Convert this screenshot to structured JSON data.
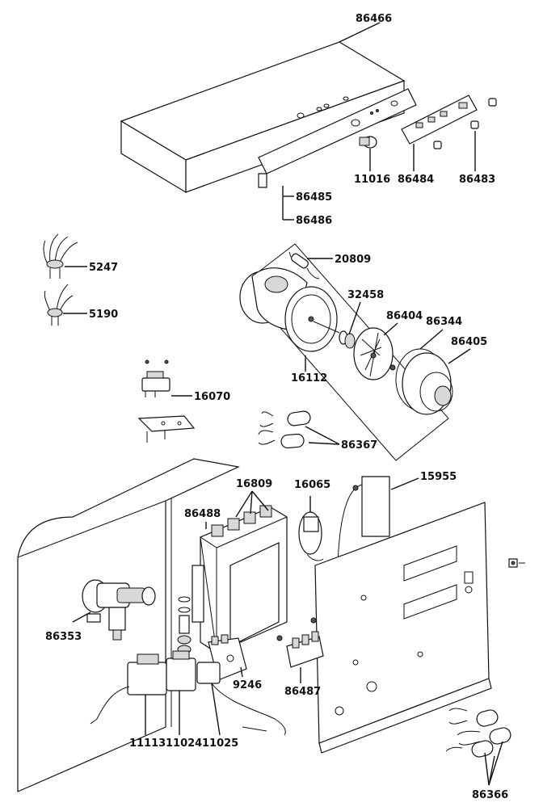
{
  "part_labels": {
    "p86466": "86466",
    "p11016": "11016",
    "p86484": "86484",
    "p86483": "86483",
    "p86485": "86485",
    "p86486": "86486",
    "p5247": "5247",
    "p5190": "5190",
    "p20809": "20809",
    "p32458": "32458",
    "p86404": "86404",
    "p86344": "86344",
    "p86405": "86405",
    "p16112": "16112",
    "p16070": "16070",
    "p86367": "86367",
    "p16809": "16809",
    "p16065": "16065",
    "p15955": "15955",
    "p86488": "86488",
    "p86353": "86353",
    "p9246": "9246",
    "p86487": "86487",
    "p11113": "11113",
    "p11024": "11024",
    "p11025": "11025",
    "p86366": "86366"
  }
}
